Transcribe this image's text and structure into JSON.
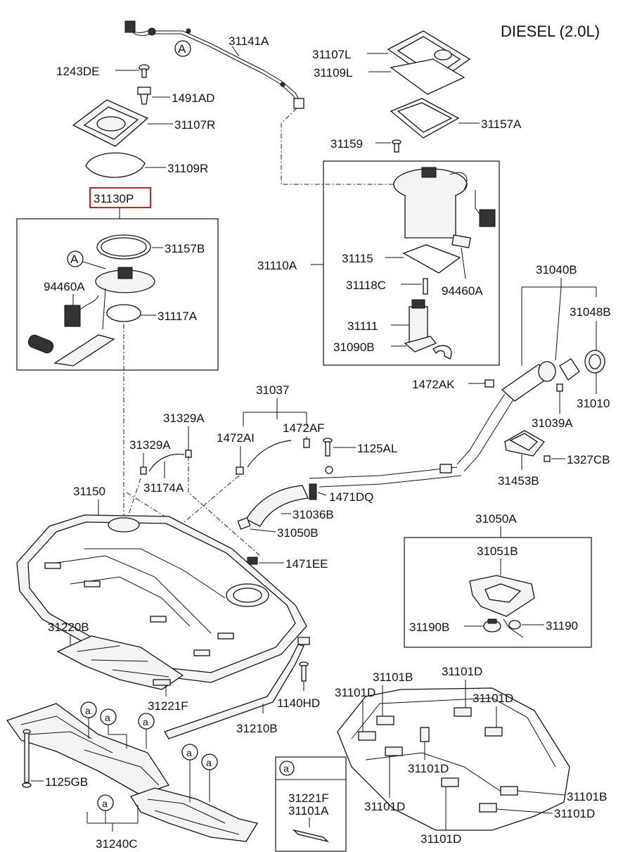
{
  "title": "DIESEL (2.0L)",
  "callout_A": "A",
  "callout_a": "a",
  "highlighted_part": "31130P",
  "labels": {
    "p31141A": "31141A",
    "p1243DE": "1243DE",
    "p1491AD": "1491AD",
    "p31107R": "31107R",
    "p31109R": "31109R",
    "p31157B": "31157B",
    "p94460A_l": "94460A",
    "p31117A": "31117A",
    "p31107L": "31107L",
    "p31109L": "31109L",
    "p31157A": "31157A",
    "p31159": "31159",
    "p31110A": "31110A",
    "p31115": "31115",
    "p31118C": "31118C",
    "p94460A_r": "94460A",
    "p31111": "31111",
    "p31090B": "31090B",
    "p31040B": "31040B",
    "p31048B": "31048B",
    "p1472AK": "1472AK",
    "p31010": "31010",
    "p31039A": "31039A",
    "p31037": "31037",
    "p31329A_1": "31329A",
    "p31329A_2": "31329A",
    "p1472AI": "1472AI",
    "p1472AF": "1472AF",
    "p1125AL": "1125AL",
    "p31174A": "31174A",
    "p31150": "31150",
    "p1471DQ": "1471DQ",
    "p31036B": "31036B",
    "p31050B": "31050B",
    "p1471EE": "1471EE",
    "p31453B": "31453B",
    "p1327CB": "1327CB",
    "p31050A": "31050A",
    "p31051B": "31051B",
    "p31190B": "31190B",
    "p31190": "31190",
    "p31220B": "31220B",
    "p31221F": "31221F",
    "p1140HD": "1140HD",
    "p31210B": "31210B",
    "p1125GB": "1125GB",
    "p31240C": "31240C",
    "p31101B_1": "31101B",
    "p31101D_1": "31101D",
    "p31101D_2": "31101D",
    "p31101D_3": "31101D",
    "p31101D_4": "31101D",
    "p31101D_5": "31101D",
    "p31101B_2": "31101B",
    "p31101D_6": "31101D",
    "p31101D_7": "31101D",
    "legend_31221F": "31221F",
    "legend_31101A": "31101A"
  }
}
